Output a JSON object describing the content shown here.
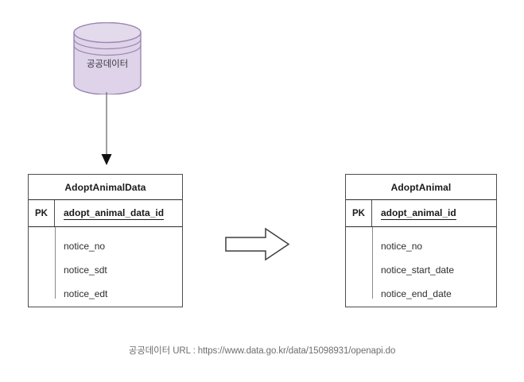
{
  "source": {
    "node_name": "public-data-cylinder",
    "label": "공공데이터",
    "fill_color": "#ded3e8",
    "stroke_color": "#9b86b5"
  },
  "flow": {
    "down_arrow_name": "download-arrow",
    "transform_arrow_name": "transform-arrow"
  },
  "entities": [
    {
      "id": "adopt-animal-data",
      "title": "AdoptAnimalData",
      "pk_label": "PK",
      "pk_field": "adopt_animal_data_id",
      "attributes": [
        "notice_no",
        "notice_sdt",
        "notice_edt"
      ]
    },
    {
      "id": "adopt-animal",
      "title": "AdoptAnimal",
      "pk_label": "PK",
      "pk_field": "adopt_animal_id",
      "attributes": [
        "notice_no",
        "notice_start_date",
        "notice_end_date"
      ]
    }
  ],
  "caption": {
    "text": "공공데이터 URL : https://www.data.go.kr/data/15098931/openapi.do"
  }
}
